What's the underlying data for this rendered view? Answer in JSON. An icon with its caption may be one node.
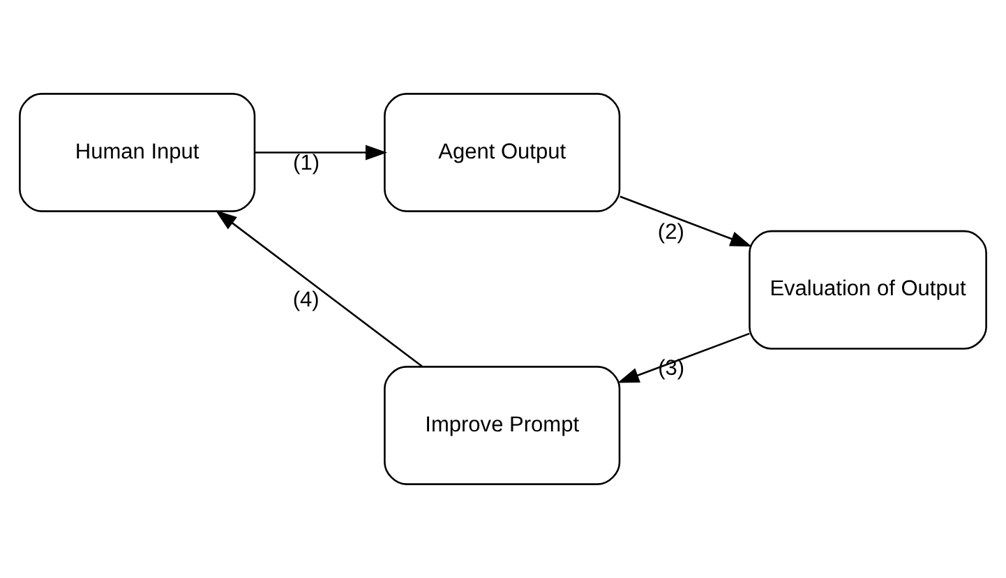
{
  "diagram": {
    "nodes": [
      {
        "text": [
          "Human Input"
        ]
      },
      {
        "text": [
          "Agent Output"
        ]
      },
      {
        "text": [
          "Evaluation of Output"
        ]
      },
      {
        "text": [
          "Improve Prompt"
        ]
      }
    ],
    "edges": [
      {
        "from": 0,
        "to": 1,
        "arrow": "to",
        "label": "(1)"
      },
      {
        "from": 1,
        "to": 2,
        "arrow": "to",
        "label": "(2)"
      },
      {
        "from": 2,
        "to": 3,
        "arrow": "to",
        "label": "(3)"
      },
      {
        "from": 3,
        "to": 0,
        "arrow": "to",
        "label": "(4)"
      }
    ]
  }
}
